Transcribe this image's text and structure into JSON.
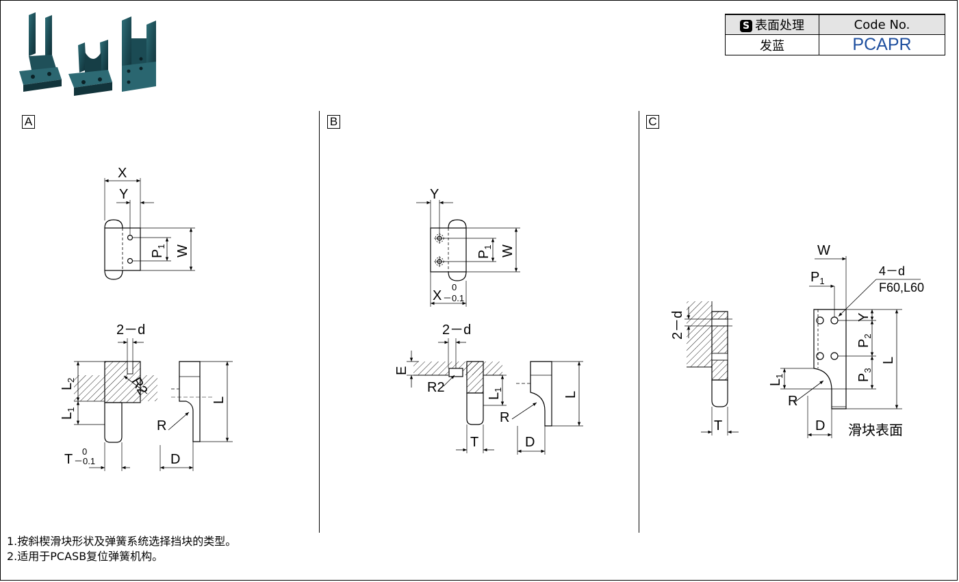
{
  "code_table": {
    "header_left": "表面处理",
    "header_badge": "S",
    "header_right": "Code No.",
    "value_left": "发蓝",
    "value_right": "PCAPR"
  },
  "sections": {
    "a": {
      "tag": "A",
      "labels": {
        "x": "X",
        "y": "Y",
        "p1": "P",
        "p1_sub": "1",
        "w": "W",
        "two_d": "2－d",
        "l2": "L",
        "l2_sub": "2",
        "l1": "L",
        "l1_sub": "1",
        "r2": "R2",
        "r": "R",
        "l": "L",
        "t": "T",
        "t_tol_upper": "0",
        "t_tol_lower": "－0.1",
        "d": "D"
      }
    },
    "b": {
      "tag": "B",
      "labels": {
        "y": "Y",
        "p1": "P",
        "p1_sub": "1",
        "w": "W",
        "x": "X",
        "x_tol_upper": "0",
        "x_tol_lower": "－0.1",
        "two_d": "2－d",
        "e": "E",
        "r2": "R2",
        "l1": "L",
        "l1_sub": "1",
        "r": "R",
        "l": "L",
        "t": "T",
        "d": "D"
      }
    },
    "c": {
      "tag": "C",
      "labels": {
        "w": "W",
        "p1": "P",
        "p1_sub": "1",
        "four_d": "4－d",
        "f60l60": "F60,L60",
        "y": "Y",
        "p2": "P",
        "p2_sub": "2",
        "p3": "P",
        "p3_sub": "3",
        "l": "L",
        "l1": "L",
        "l1_sub": "1",
        "r": "R",
        "d": "D",
        "two_d": "2－d",
        "t": "T",
        "slide_surface": "滑块表面"
      }
    }
  },
  "notes": [
    "1.按斜楔滑块形状及弹簧系统选择挡块的类型。",
    "2.适用于PCASB复位弹簧机构。"
  ]
}
